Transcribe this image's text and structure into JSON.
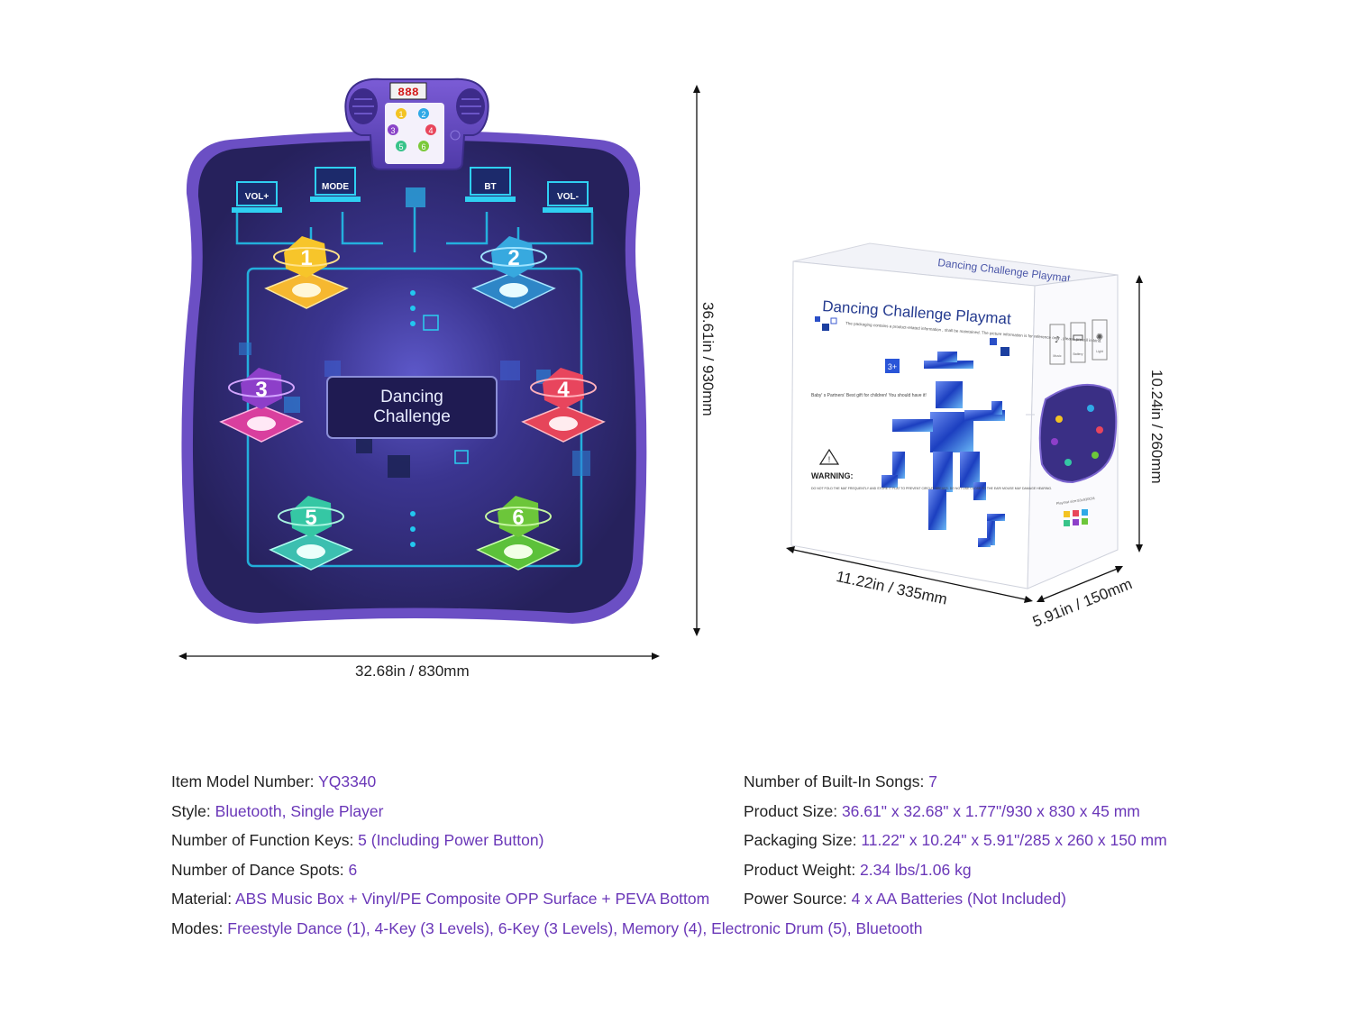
{
  "colors": {
    "accent": "#6a37b8",
    "mat_dark": "#2a2465",
    "mat_border": "#6c4ec4",
    "neon": "#22c7ef",
    "text": "#222222"
  },
  "mat": {
    "display_digits": "888",
    "controller_keys": [
      "1",
      "2",
      "3",
      "4",
      "5",
      "6"
    ],
    "controller_key_colors": [
      "#f3c323",
      "#2fa9e6",
      "#8a44c8",
      "#e8465b",
      "#38c38a",
      "#7bc93a"
    ],
    "buttons": [
      {
        "label": "VOL+",
        "icon": "signal-bars-icon"
      },
      {
        "label": "MODE",
        "icon": "dance-icon"
      },
      {
        "label": "BT",
        "icon": "bluetooth-icon"
      },
      {
        "label": "VOL-",
        "icon": "signal-bars-icon"
      }
    ],
    "center_line1": "Dancing",
    "center_line2": "Challenge",
    "spots": [
      {
        "num": "1",
        "color": "#f7c52a"
      },
      {
        "num": "2",
        "color": "#37a9df"
      },
      {
        "num": "3",
        "color": "#8d3fc9"
      },
      {
        "num": "4",
        "color": "#e8455d"
      },
      {
        "num": "5",
        "color": "#35c7a4"
      },
      {
        "num": "6",
        "color": "#6cc63a"
      }
    ]
  },
  "dimensions": {
    "mat_width": "32.68in / 830mm",
    "mat_height": "36.61in / 930mm",
    "box_width": "11.22in / 335mm",
    "box_depth": "5.91in / 150mm",
    "box_height": "10.24in / 260mm"
  },
  "box": {
    "top_text": "Dancing Challenge Playmat",
    "title": "Dancing Challenge Playmat",
    "note": "The packaging contains a product-related information , shall be maintained. The picture information is for reference only , please prevail in kind.",
    "age": "3+",
    "partner_text": "Baby' s Partners' Best gift for children! You should have it!",
    "warning_title": "WARNING:",
    "warning_body": "DO NOT FOLD THE MAT FREQUENTLY AND STORE IT FLAT TO PREVENT CIRCUIT BREAKS. DO NOT USE CLOSE TO THE EAR! MOUSE MAY DAMAGE HEARING.",
    "side_icons": [
      {
        "label": "Music",
        "icon": "music-note-icon"
      },
      {
        "label": "Battery",
        "icon": "battery-icon"
      },
      {
        "label": "Light",
        "icon": "light-bulb-icon"
      }
    ],
    "side_caption": "Playmat size:83x930CM",
    "side_swatches": [
      "#f3c323",
      "#e8465b",
      "#2fa9e6",
      "#38c38a",
      "#8d3fc9",
      "#6cc63a"
    ]
  },
  "specs": {
    "left": [
      {
        "key": "Item Model Number: ",
        "value": "YQ3340"
      },
      {
        "key": "Style: ",
        "value": "Bluetooth, Single Player"
      },
      {
        "key": "Number of Function Keys: ",
        "value": "5 (Including Power Button)"
      },
      {
        "key": "Number of Dance Spots: ",
        "value": "6"
      },
      {
        "key": "Material: ",
        "value": "ABS Music Box + Vinyl/PE Composite OPP Surface + PEVA Bottom"
      },
      {
        "key": "Modes: ",
        "value": "Freestyle Dance (1), 4-Key (3 Levels), 6-Key (3 Levels), Memory (4), Electronic Drum (5), Bluetooth"
      }
    ],
    "right": [
      {
        "key": "Number of Built-In Songs: ",
        "value": "7"
      },
      {
        "key": "Product Size: ",
        "value": "36.61\" x 32.68\" x 1.77\"/930 x 830 x 45 mm"
      },
      {
        "key": "Packaging Size: ",
        "value": "11.22\" x 10.24\" x 5.91\"/285 x 260 x 150 mm"
      },
      {
        "key": "Product Weight: ",
        "value": "2.34 lbs/1.06 kg"
      },
      {
        "key": "Power Source: ",
        "value": "4 x AA Batteries (Not Included)"
      }
    ]
  }
}
